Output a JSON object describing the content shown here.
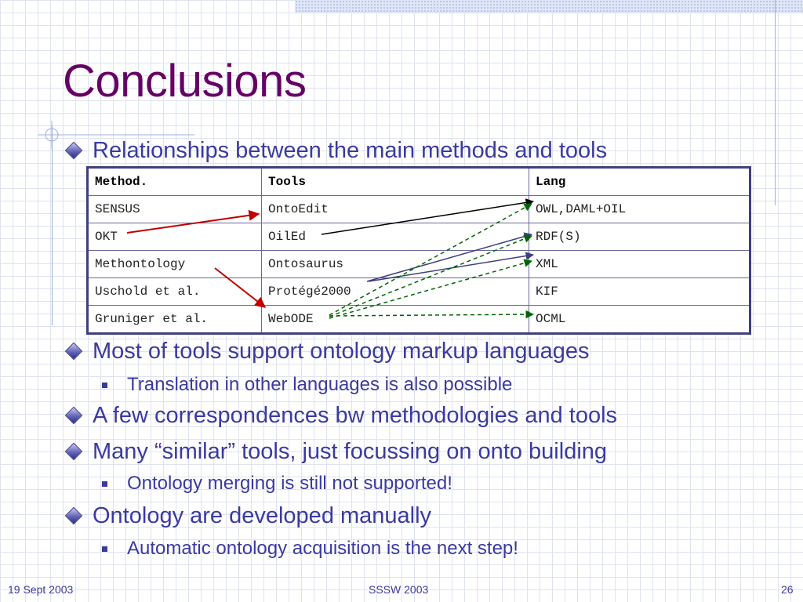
{
  "slide": {
    "title": "Conclusions",
    "bullets": [
      {
        "text": "Relationships between the main methods and tools"
      },
      {
        "text": "Most of tools support ontology markup languages"
      },
      {
        "text": "A few correspondences bw methodologies and tools"
      },
      {
        "text": "Many “similar” tools, just focussing on onto building"
      },
      {
        "text": "Ontology are developed manually"
      }
    ],
    "subbullets": [
      {
        "text": "Translation in other languages is also possible"
      },
      {
        "text": "Ontology merging is still not supported!"
      },
      {
        "text": "Automatic ontology acquisition is the next step!"
      }
    ]
  },
  "table": {
    "headers": [
      "Method.",
      "Tools",
      "Lang"
    ],
    "rows": [
      [
        "SENSUS",
        "OntoEdit",
        "OWL,DAML+OIL"
      ],
      [
        "OKT",
        "OilEd",
        "RDF(S)"
      ],
      [
        "Methontology",
        "Ontosaurus",
        "XML"
      ],
      [
        "Uschold et al.",
        "Protégé2000",
        "KIF"
      ],
      [
        "Gruniger et al.",
        "WebODE",
        "OCML"
      ]
    ]
  },
  "arrow_colors": {
    "method_to_tool": "#c00000",
    "tool_to_lang_solid_black": "#000000",
    "tool_to_lang_solid_blue": "#3f3f80",
    "tool_to_lang_dashed": "#006600"
  },
  "footer": {
    "date": "19 Sept 2003",
    "event": "SSSW 2003",
    "page": "26"
  },
  "colors": {
    "title": "#660066",
    "body_text": "#3a3aa0"
  }
}
